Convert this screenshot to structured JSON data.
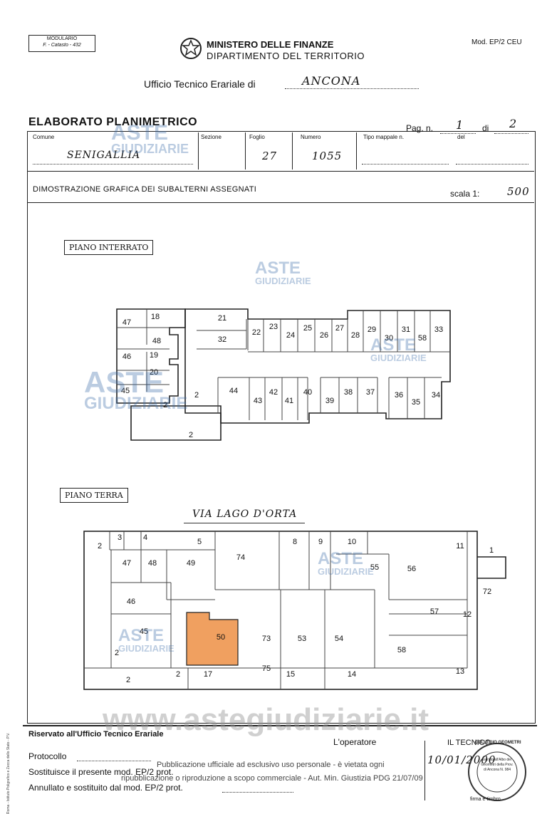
{
  "header": {
    "modulario_line1": "MODULARIO",
    "modulario_line2": "F. - Catasto - 432",
    "ministry": "MINISTERO DELLE FINANZE",
    "department": "DIPARTIMENTO DEL TERRITORIO",
    "mod_code": "Mod. EP/2 CEU",
    "office_label": "Ufficio Tecnico Erariale di",
    "office_value": "ANCONA"
  },
  "title": {
    "text": "ELABORATO PLANIMETRICO",
    "page_label": "Pag. n.",
    "page_value": "1",
    "page_of": "di",
    "page_total": "2"
  },
  "fields": {
    "comune_label": "Comune",
    "comune_value": "SENIGALLIA",
    "sezione_label": "Sezione",
    "foglio_label": "Foglio",
    "foglio_value": "27",
    "numero_label": "Numero",
    "numero_value": "1055",
    "tipo_label": "Tipo mappale n.",
    "del_label": "del"
  },
  "demo": {
    "text": "DIMOSTRAZIONE GRAFICA DEI SUBALTERNI ASSEGNATI",
    "scale_label": "scala 1:",
    "scale_value": "500"
  },
  "plan_interrato": {
    "label": "PIANO INTERRATO",
    "units": [
      "47",
      "18",
      "21",
      "32",
      "48",
      "46",
      "19",
      "20",
      "45",
      "2",
      "2",
      "2",
      "44",
      "43",
      "42",
      "41",
      "40",
      "39",
      "38",
      "37",
      "36",
      "35",
      "34",
      "22",
      "23",
      "24",
      "25",
      "26",
      "27",
      "28",
      "29",
      "30",
      "31",
      "58",
      "33"
    ]
  },
  "plan_terra": {
    "label": "PIANO TERRA",
    "street": "VIA LAGO D'ORTA",
    "units": [
      "2",
      "3",
      "4",
      "5",
      "74",
      "8",
      "9",
      "10",
      "11",
      "1",
      "47",
      "48",
      "49",
      "55",
      "56",
      "72",
      "46",
      "57",
      "12",
      "45",
      "50",
      "73",
      "53",
      "54",
      "58",
      "2",
      "13",
      "2",
      "17",
      "75",
      "15",
      "14",
      "2"
    ],
    "highlight_color": "#f0a060"
  },
  "footer": {
    "reserved": "Riservato all'Ufficio Tecnico Erariale",
    "operator": "L'operatore",
    "tecnico": "IL TECNICO",
    "protocollo": "Protocollo",
    "sostituisce": "Sostituisce il presente mod. EP/2 prot.",
    "annullato": "Annullato e sostituito dal mod. EP/2 prot.",
    "date_written": "10/01/2000",
    "side_note": "Roma - Istituto Poligrafico e Zecca dello Stato - P.V.",
    "stamp_ring": "COLLEGIO GEOMETRI",
    "stamp_inner": "Iscritto all'Albo dei Geometri della Prov. di Ancona N. 984",
    "firma": "firma e timbro"
  },
  "watermarks": {
    "aste": "ASTE",
    "giudiziarie": "GIUDIZIARIE",
    "site": "www.astegiudiziarie.it",
    "notice1": "Pubblicazione ufficiale ad esclusivo uso personale - è vietata ogni",
    "notice2": "ripubblicazione o riproduzione a scopo commerciale - Aut. Min. Giustizia PDG 21/07/09"
  }
}
